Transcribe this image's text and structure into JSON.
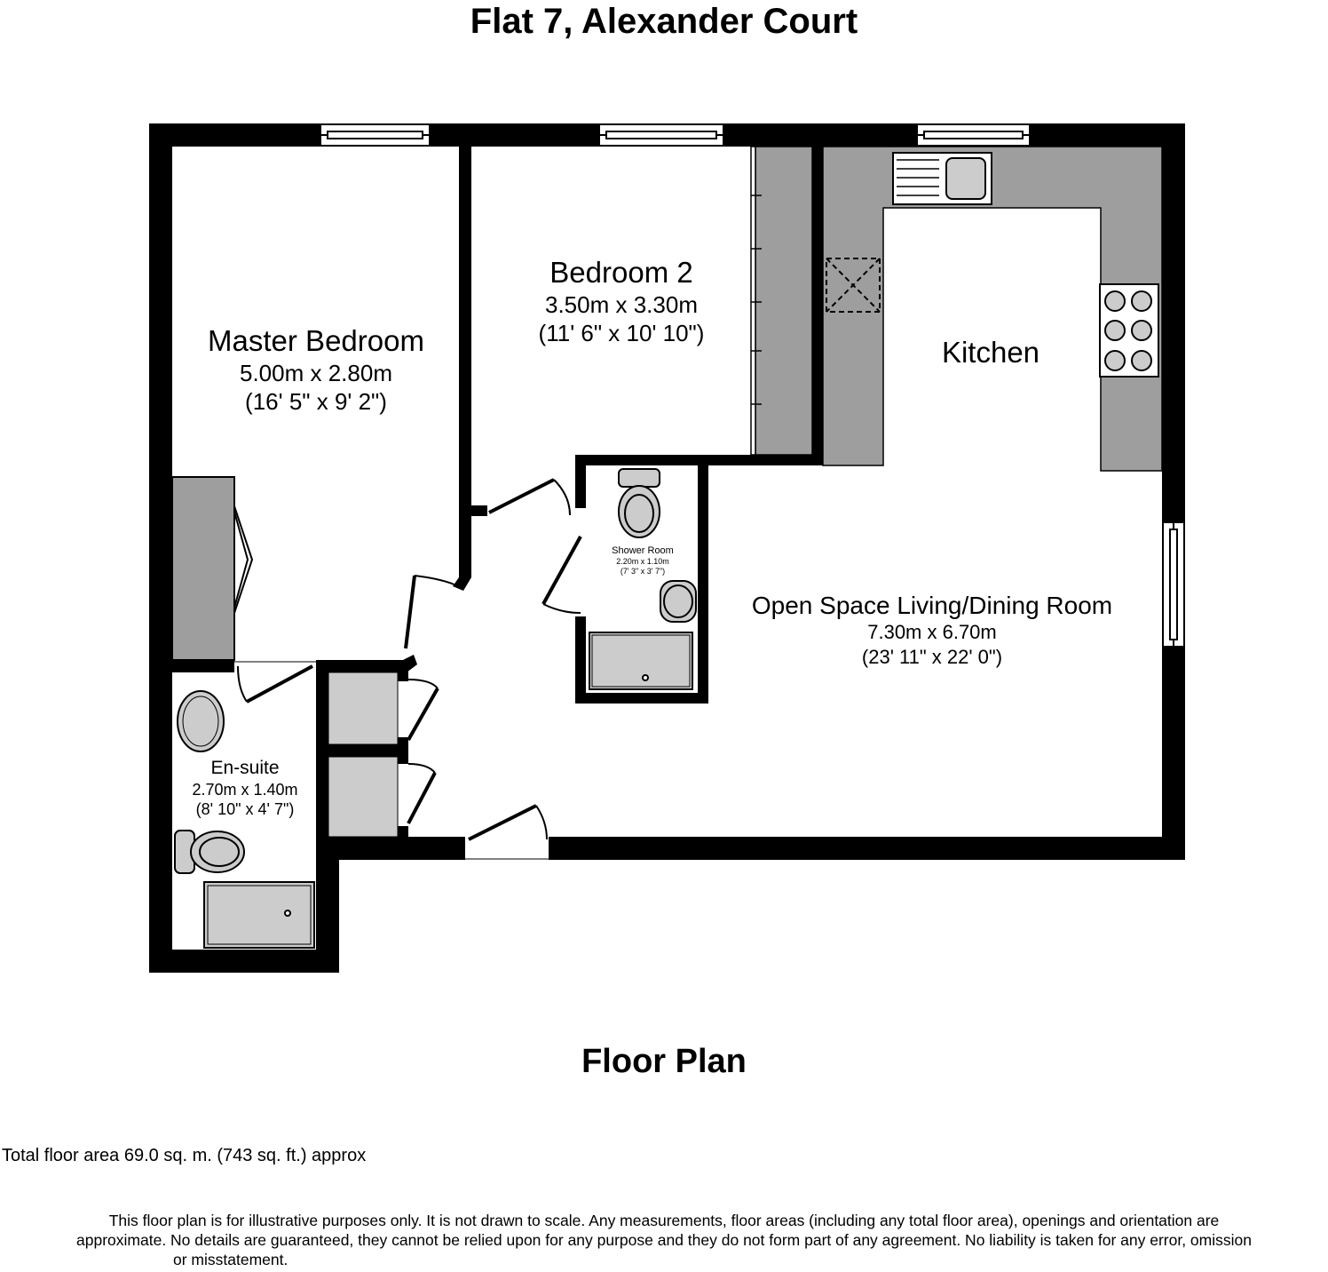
{
  "title": "Flat 7, Alexander Court",
  "rooms": {
    "master_bedroom": {
      "name": "Master Bedroom",
      "metric": "5.00m x 2.80m",
      "imperial": "(16' 5\" x 9' 2\")"
    },
    "bedroom_2": {
      "name": "Bedroom 2",
      "metric": "3.50m x 3.30m",
      "imperial": "(11' 6\" x 10' 10\")"
    },
    "kitchen": {
      "name": "Kitchen"
    },
    "shower_room": {
      "name": "Shower Room",
      "metric": "2.20m x 1.10m",
      "imperial": "(7' 3\" x 3' 7\")"
    },
    "living_dining": {
      "name": "Open Space Living/Dining Room",
      "metric": "7.30m x 6.70m",
      "imperial": "(23' 11\" x 22' 0\")"
    },
    "ensuite": {
      "name": "En-suite",
      "metric": "2.70m x 1.40m",
      "imperial": "(8' 10\" x 4' 7\")"
    }
  },
  "caption": "Floor Plan",
  "total_area": "Total floor area 69.0 sq. m. (743 sq. ft.) approx",
  "disclaimer": {
    "line1": "This floor plan is for illustrative purposes only. It is not drawn to scale. Any measurements, floor areas (including any total floor area), openings and orientation are",
    "line2": "approximate. No details are guaranteed, they cannot be relied upon for any purpose and they do not form part of any agreement. No liability is taken for any error, omission",
    "line3": "or misstatement."
  },
  "colors": {
    "wall": "#000000",
    "fixture": "#9e9e9e",
    "cupboard": "#cccccc",
    "background": "#ffffff"
  }
}
